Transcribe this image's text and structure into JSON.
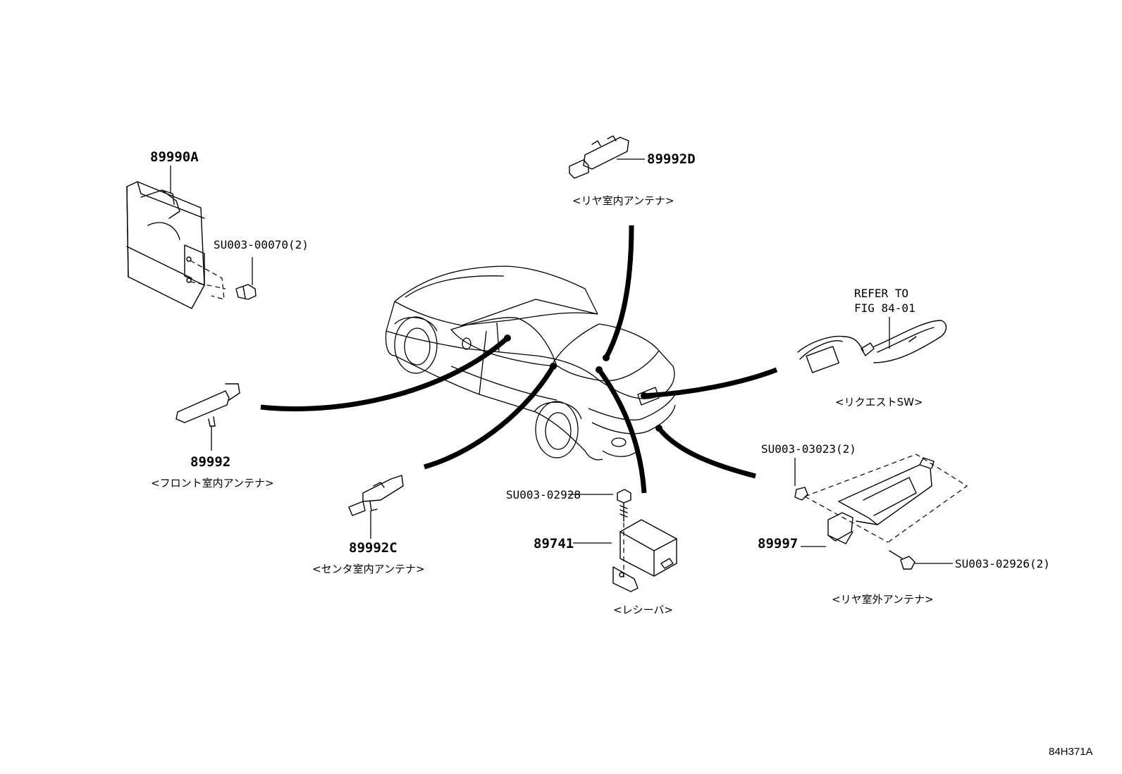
{
  "diagram_code": "84H371A",
  "parts": {
    "control_module": {
      "number": "89990A",
      "bolt": "SU003-00070(2)"
    },
    "rear_interior_antenna": {
      "number": "89992D",
      "name": "<リヤ室内アンテナ>"
    },
    "request_switch": {
      "refer_line1": "REFER TO",
      "refer_line2": "FIG 84-01",
      "name": "<リクエストSW>"
    },
    "front_interior_antenna": {
      "number": "89992",
      "name": "<フロント室内アンテナ>"
    },
    "center_interior_antenna": {
      "number": "89992C",
      "name": "<センタ室内アンテナ>"
    },
    "receiver": {
      "number": "89741",
      "bolt": "SU003-02928",
      "name": "<レシーバ>"
    },
    "rear_exterior_antenna": {
      "number": "89997",
      "nut": "SU003-03023(2)",
      "screw": "SU003-02926(2)",
      "name": "<リヤ室外アンテナ>"
    }
  }
}
